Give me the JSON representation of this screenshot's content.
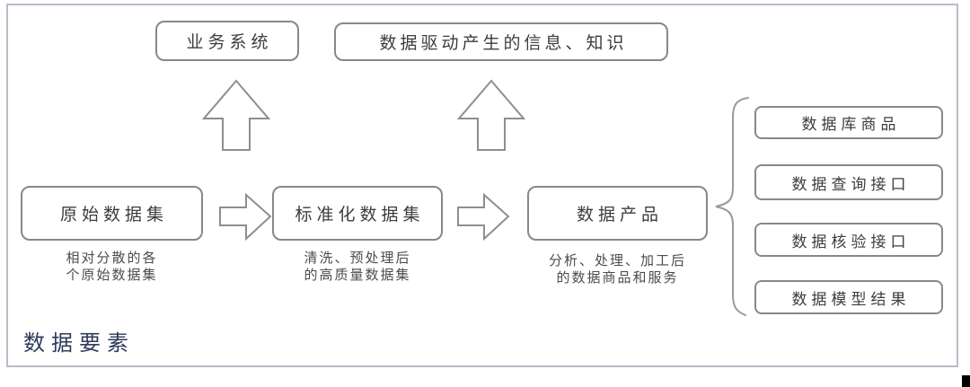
{
  "diagram": {
    "caption": "数据要素",
    "top_boxes": [
      {
        "label": "业务系统"
      },
      {
        "label": "数据驱动产生的信息、知识"
      }
    ],
    "flow_boxes": [
      {
        "label": "原始数据集",
        "note_line1": "相对分散的各",
        "note_line2": "个原始数据集"
      },
      {
        "label": "标准化数据集",
        "note_line1": "清洗、预处理后",
        "note_line2": "的高质量数据集"
      },
      {
        "label": "数据产品",
        "note_line1": "分析、处理、加工后",
        "note_line2": "的数据商品和服务"
      }
    ],
    "output_boxes": [
      {
        "label": "数据库商品"
      },
      {
        "label": "数据查询接口"
      },
      {
        "label": "数据核验接口"
      },
      {
        "label": "数据模型结果"
      }
    ],
    "icons": {
      "up_arrow": "up-arrow",
      "right_arrow": "right-arrow",
      "brace": "left-pointing-brace"
    },
    "colors": {
      "box_border": "#888888",
      "box_text": "#3d3d3d",
      "note_text": "#4c4c4c",
      "caption_text": "#2f3b5c",
      "frame_border": "#b6bdc8",
      "arrow_stroke": "#8e8e8e",
      "brace_stroke": "#9a9a9a",
      "corner_mark": "#000000"
    }
  }
}
